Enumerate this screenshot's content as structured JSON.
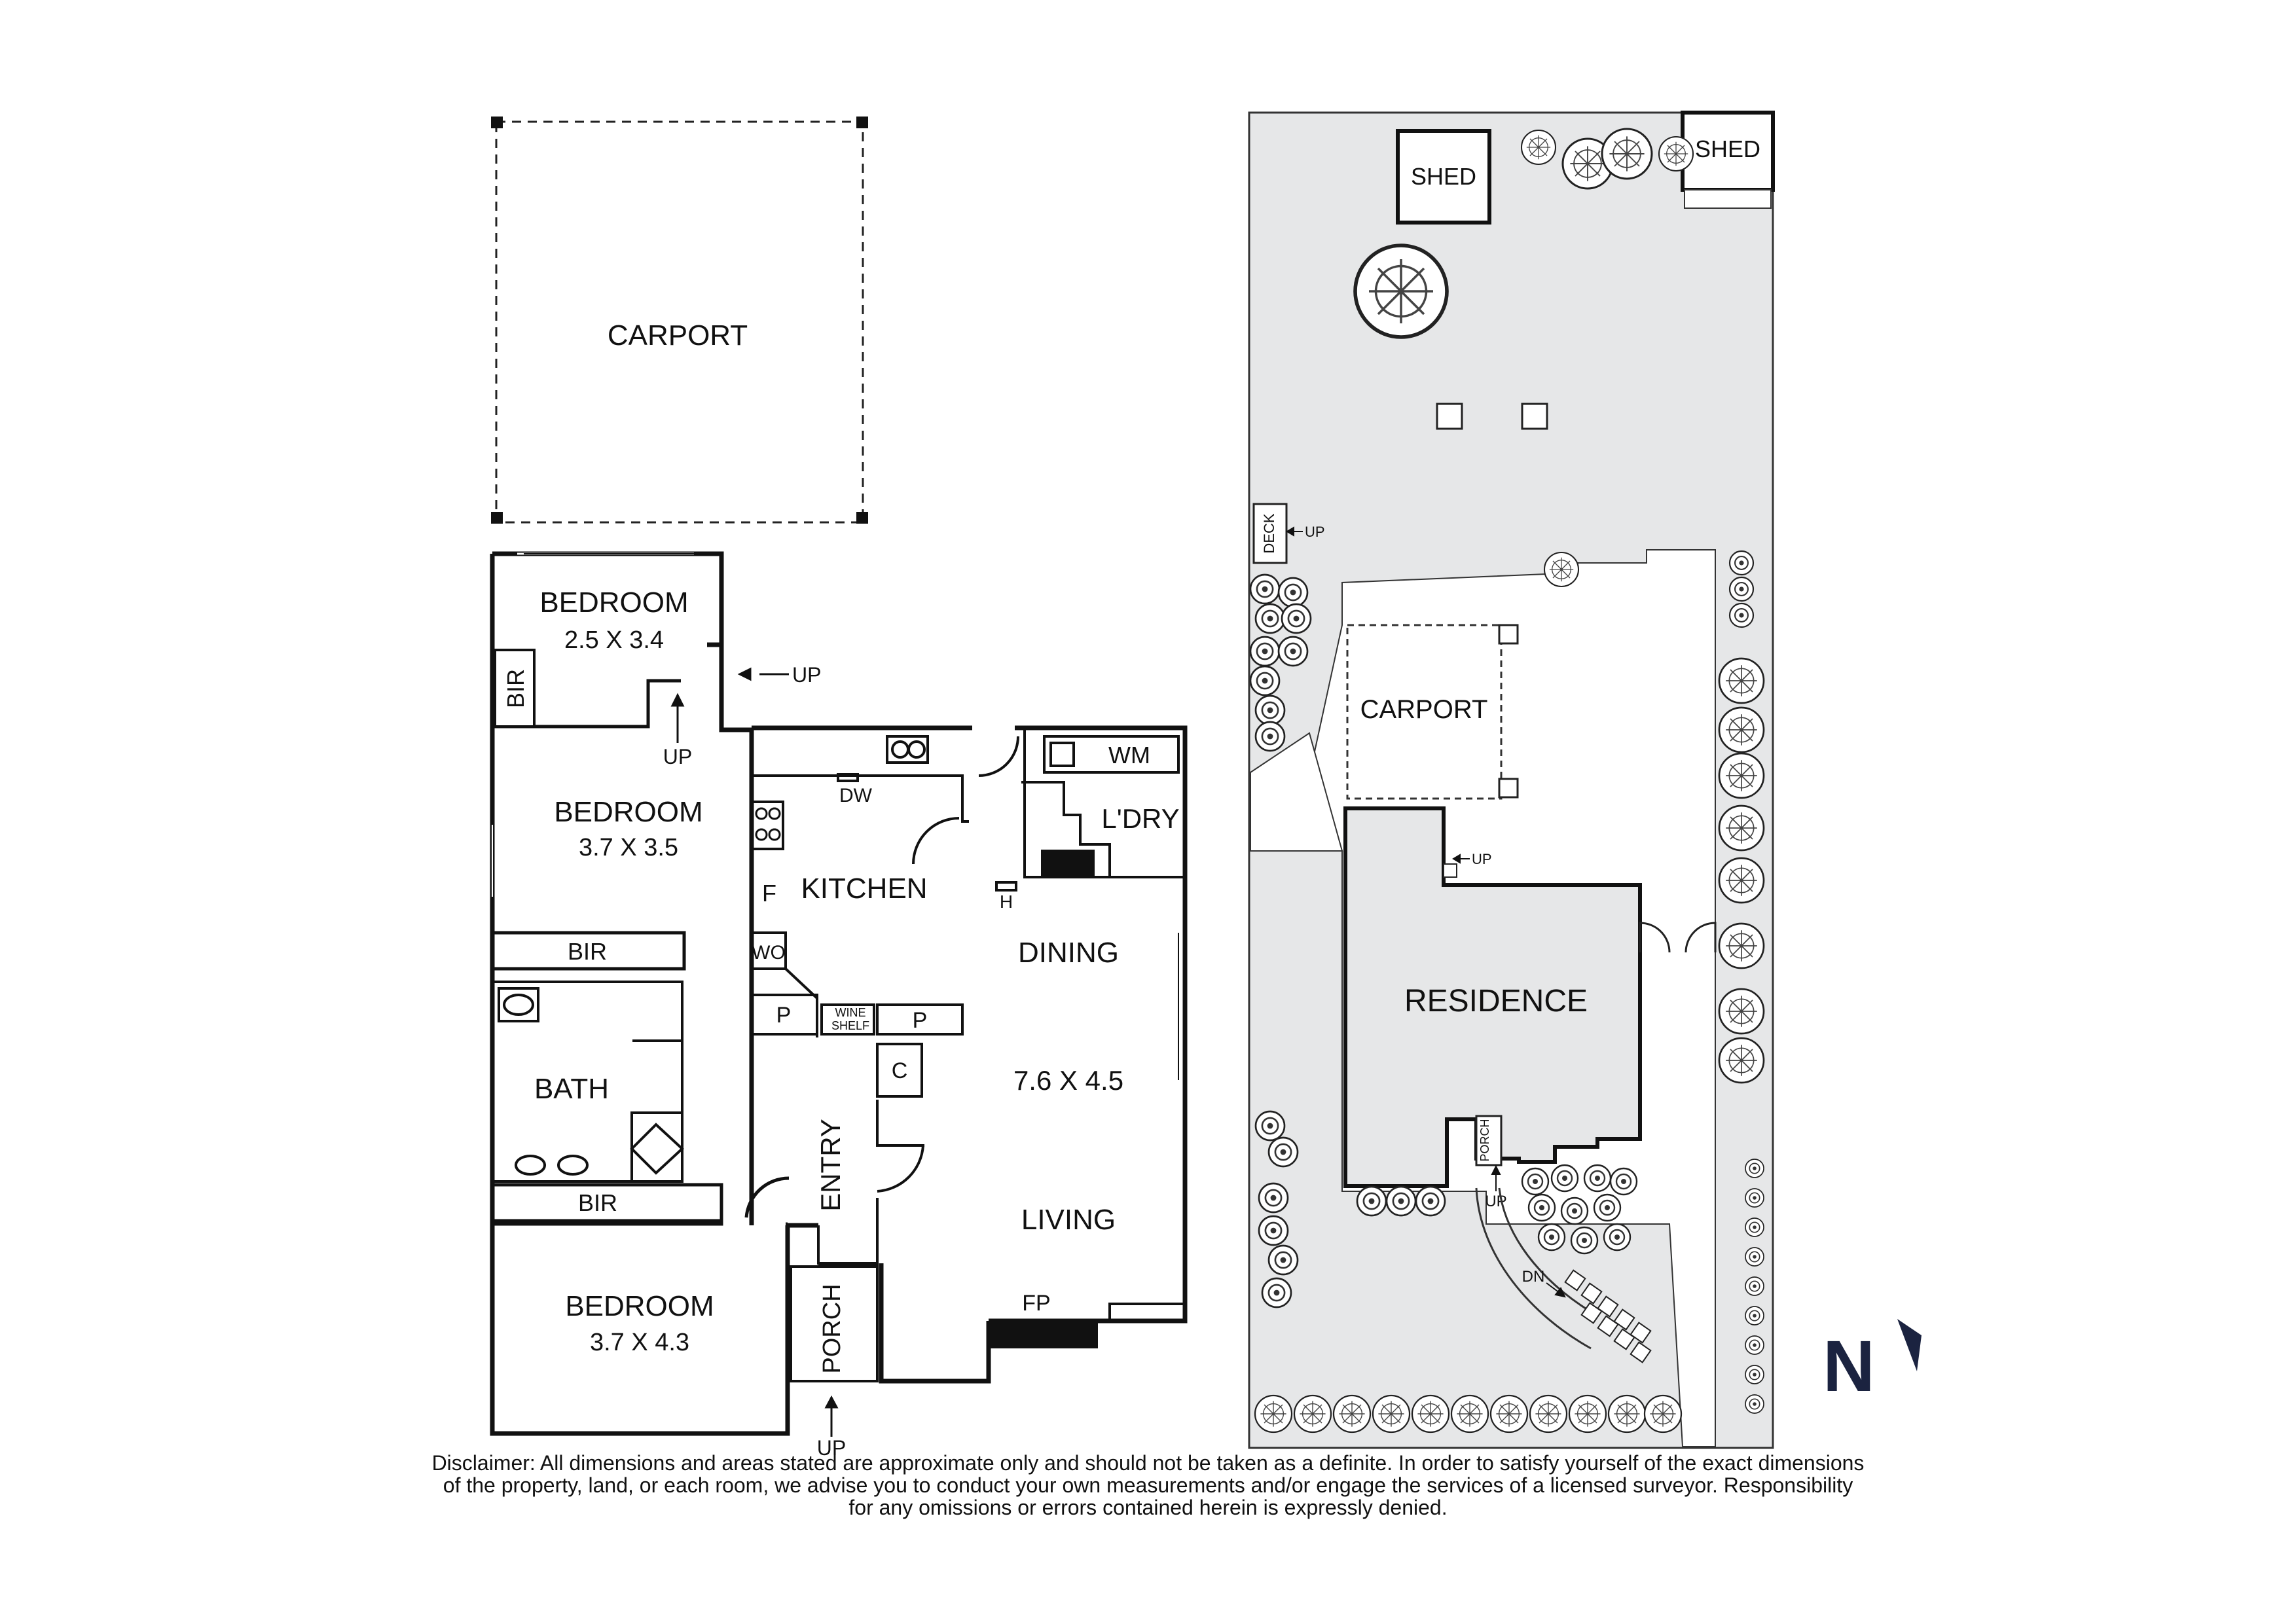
{
  "floor_plan": {
    "carport": "CARPORT",
    "bedroom1": {
      "name": "BEDROOM",
      "size": "2.5 X 3.4"
    },
    "bedroom2": {
      "name": "BEDROOM",
      "size": "3.7 X 3.5"
    },
    "bedroom3": {
      "name": "BEDROOM",
      "size": "3.7 X 4.3"
    },
    "bir": "BIR",
    "up": "UP",
    "dw": "DW",
    "wm": "WM",
    "laundry": "L'DRY",
    "kitchen": "KITCHEN",
    "fridge": "F",
    "heater": "H",
    "wall_oven": "WO",
    "pantry": "P",
    "wine_shelf_line1": "WINE",
    "wine_shelf_line2": "SHELF",
    "cupboard": "C",
    "dining": "DINING",
    "dining_living_size": "7.6 X 4.5",
    "living": "LIVING",
    "fireplace": "FP",
    "bath": "BATH",
    "entry": "ENTRY",
    "porch": "PORCH"
  },
  "site_plan": {
    "shed": "SHED",
    "deck": "DECK",
    "up": "UP",
    "carport": "CARPORT",
    "residence": "RESIDENCE",
    "porch": "PORCH",
    "down": "DN"
  },
  "compass": {
    "letter": "N"
  },
  "disclaimer": {
    "line1": "Disclaimer: All dimensions and areas stated are approximate only and should not be taken as a definite. In order to satisfy yourself of the exact dimensions",
    "line2": "of the property, land, or each room, we advise you to conduct your own measurements and/or engage the services of a licensed surveyor. Responsibility",
    "line3": "for any omissions or errors contained herein is expressly denied."
  },
  "colors": {
    "wall": "#111111",
    "site_fill": "#e6e7e8",
    "background": "#ffffff",
    "compass": "#1b2340"
  }
}
